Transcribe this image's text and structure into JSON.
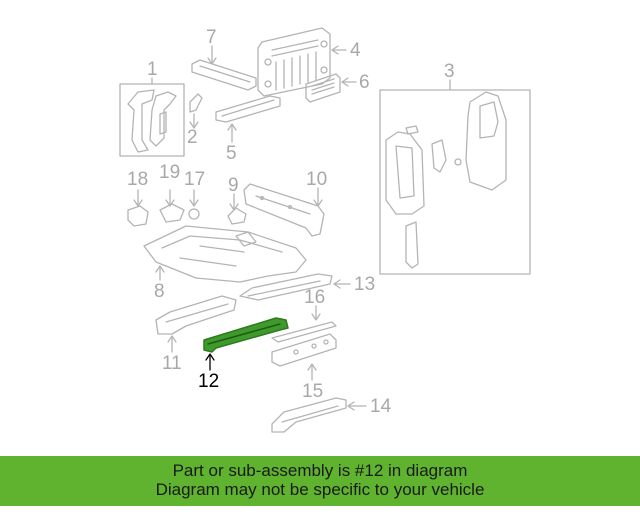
{
  "colors": {
    "part_outline": "#b4b4b4",
    "highlight_part": "#3f9a2c",
    "callout_text": "#a8a8a8",
    "active_callout": "#000000",
    "banner_bg": "#5fb32e"
  },
  "highlighted_part": "12",
  "callouts": [
    "1",
    "2",
    "3",
    "4",
    "5",
    "6",
    "7",
    "8",
    "9",
    "10",
    "11",
    "12",
    "13",
    "14",
    "15",
    "16",
    "17",
    "18",
    "19"
  ],
  "banner": {
    "line1": "Part or sub-assembly is #12 in diagram",
    "line2": "Diagram may not be specific to your vehicle"
  }
}
